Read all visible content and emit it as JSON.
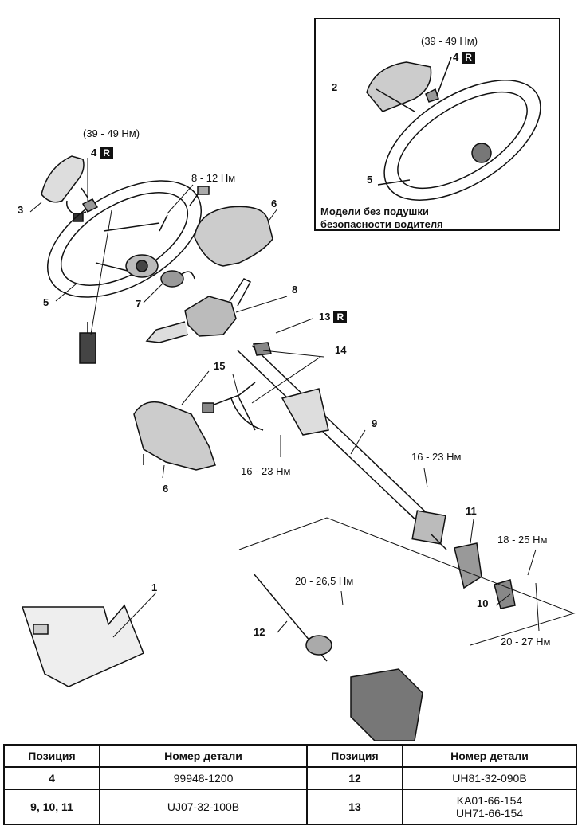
{
  "inset": {
    "torque": "(39 - 49 Нм)",
    "callout_4": "4",
    "badge": "R",
    "callout_2": "2",
    "callout_5": "5",
    "note_line1": "Модели без подушки",
    "note_line2": "безопасности водителя"
  },
  "callouts": {
    "c1": "1",
    "c3": "3",
    "c4": "4",
    "c5": "5",
    "c6a": "6",
    "c6b": "6",
    "c7": "7",
    "c8": "8",
    "c9": "9",
    "c10": "10",
    "c11": "11",
    "c12": "12",
    "c13": "13",
    "c14": "14",
    "c15": "15",
    "badge_r": "R"
  },
  "torques": {
    "t_main": "(39 - 49 Нм)",
    "t_8_12": "8 - 12 Нм",
    "t_16_23_left": "16 - 23 Нм",
    "t_16_23_right": "16 - 23 Нм",
    "t_18_25": "18 - 25 Нм",
    "t_20_265": "20 - 26,5 Нм",
    "t_20_27": "20 - 27 Нм"
  },
  "table": {
    "headers": [
      "Позиция",
      "Номер детали",
      "Позиция",
      "Номер детали"
    ],
    "rows": [
      {
        "pos1": "4",
        "part1": "99948-1200",
        "pos2": "12",
        "part2a": "UH81-32-090B",
        "part2b": ""
      },
      {
        "pos1": "9, 10, 11",
        "part1": "UJ07-32-100B",
        "pos2": "13",
        "part2a": "KA01-66-154",
        "part2b": "UH71-66-154"
      }
    ]
  }
}
